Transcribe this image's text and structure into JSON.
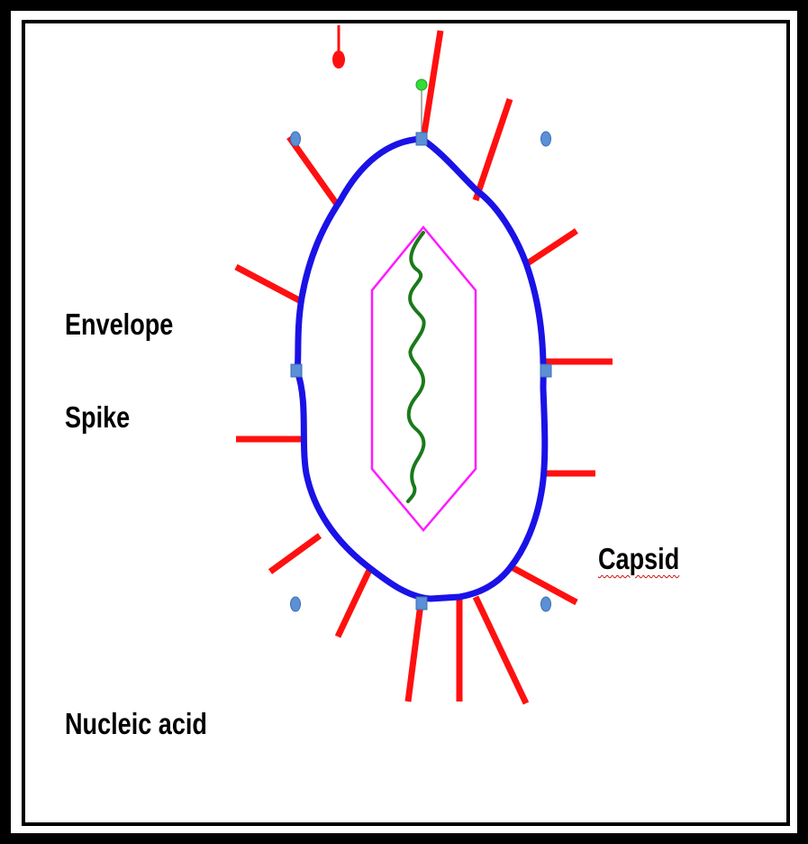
{
  "labels": {
    "envelope": "Envelope",
    "spike": "Spike",
    "capsid": "Capsid",
    "nucleic_acid": "Nucleic acid"
  },
  "colors": {
    "envelope": "#1a12e6",
    "spike": "#ff1010",
    "capsid": "#ff1aff",
    "nucleic_acid": "#1a7a1a",
    "selection_handle": "#5b8fd6",
    "rotate_handle": "#33dd33"
  },
  "icons": {
    "rotate_handle": "green-circle-rotate-handle",
    "resize_handles": "blue-square-and-circle-handles"
  }
}
